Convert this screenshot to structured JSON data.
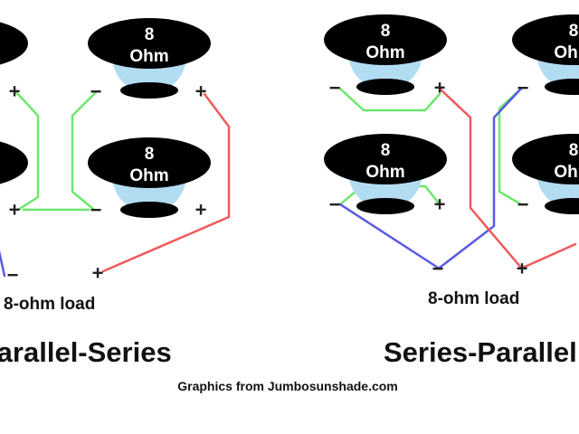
{
  "colors": {
    "wire_positive": "#ee5a5a",
    "wire_negative": "#5a5ae6",
    "wire_link": "#6ee66e",
    "speaker_body": "#000000",
    "speaker_cone": "#b2dcf2",
    "terminal_text": "#222222"
  },
  "speaker_label": {
    "line1": "8",
    "line2": "Ohm"
  },
  "terminal_signs": {
    "positive": "+",
    "negative": "−"
  },
  "diagrams": [
    {
      "load_label": "8-ohm load",
      "title": "Parallel-Series",
      "speakers": 4
    },
    {
      "load_label": "8-ohm load",
      "title": "Series-Parallel",
      "speakers": 4
    }
  ],
  "credit": "Graphics from Jumbosunshade.com"
}
